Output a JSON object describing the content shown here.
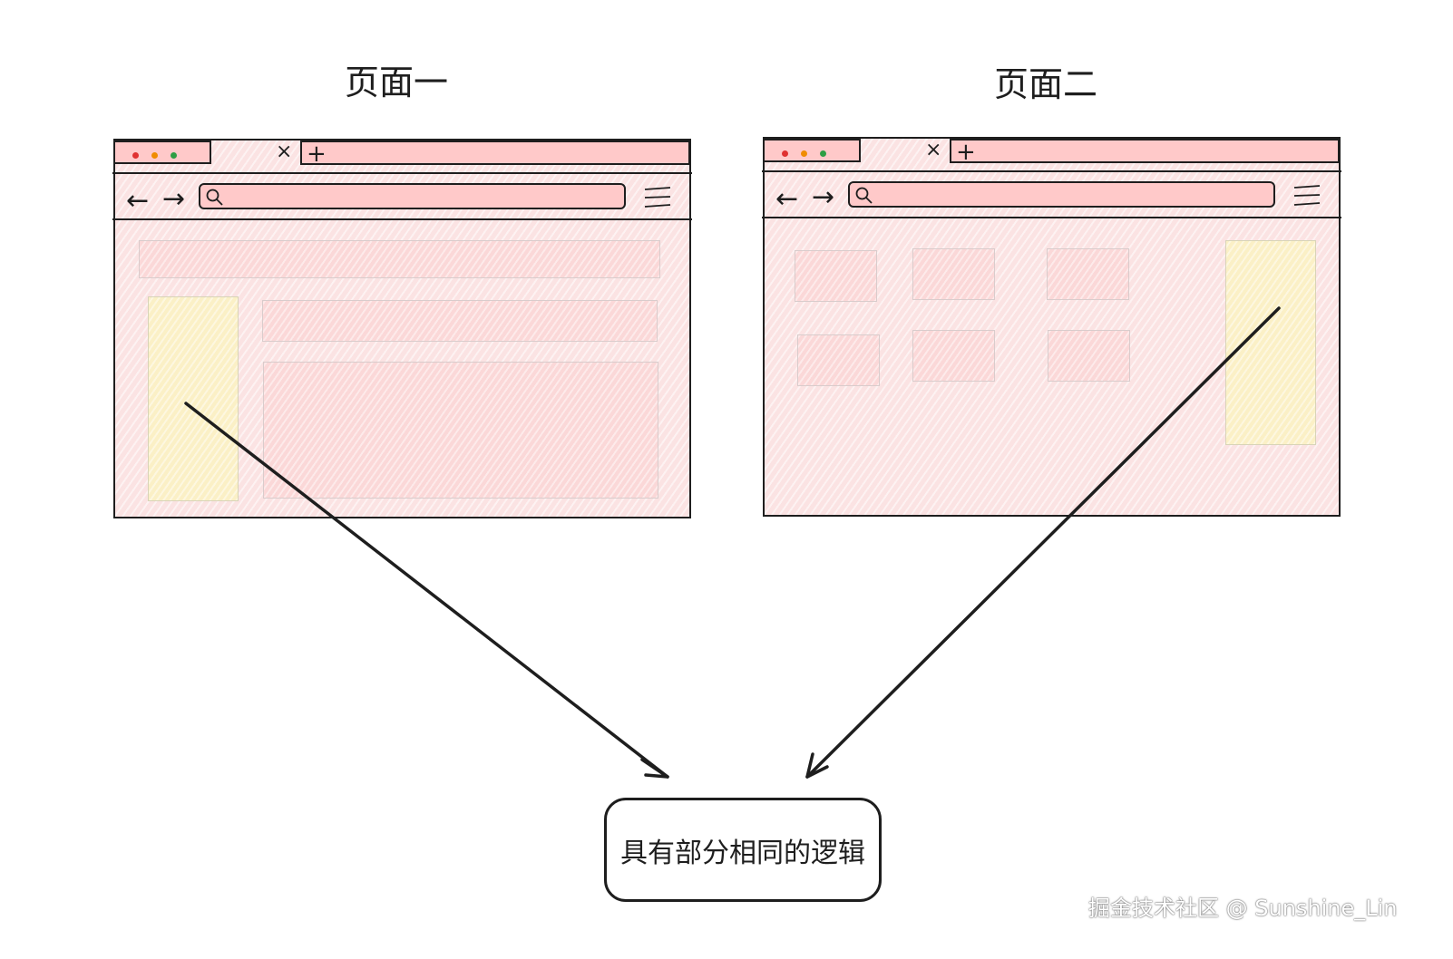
{
  "page_one": {
    "title": "页面一"
  },
  "page_two": {
    "title": "页面二"
  },
  "browser_icons": {
    "close": "close-icon",
    "new_tab": "plus-icon",
    "back": "arrow-left-icon",
    "forward": "arrow-right-icon",
    "search": "search-icon",
    "menu": "hamburger-menu-icon"
  },
  "colors": {
    "tab_fill": "#ffc9c9",
    "window_fill": "#fbe3e3",
    "shared_block": "#fbf0c6",
    "dot_red": "#e03131",
    "dot_orange": "#f08c00",
    "dot_green": "#2f9e44"
  },
  "conclusion": {
    "text": "具有部分相同的逻辑"
  },
  "watermark": {
    "text": "掘金技术社区 @ Sunshine_Lin"
  }
}
